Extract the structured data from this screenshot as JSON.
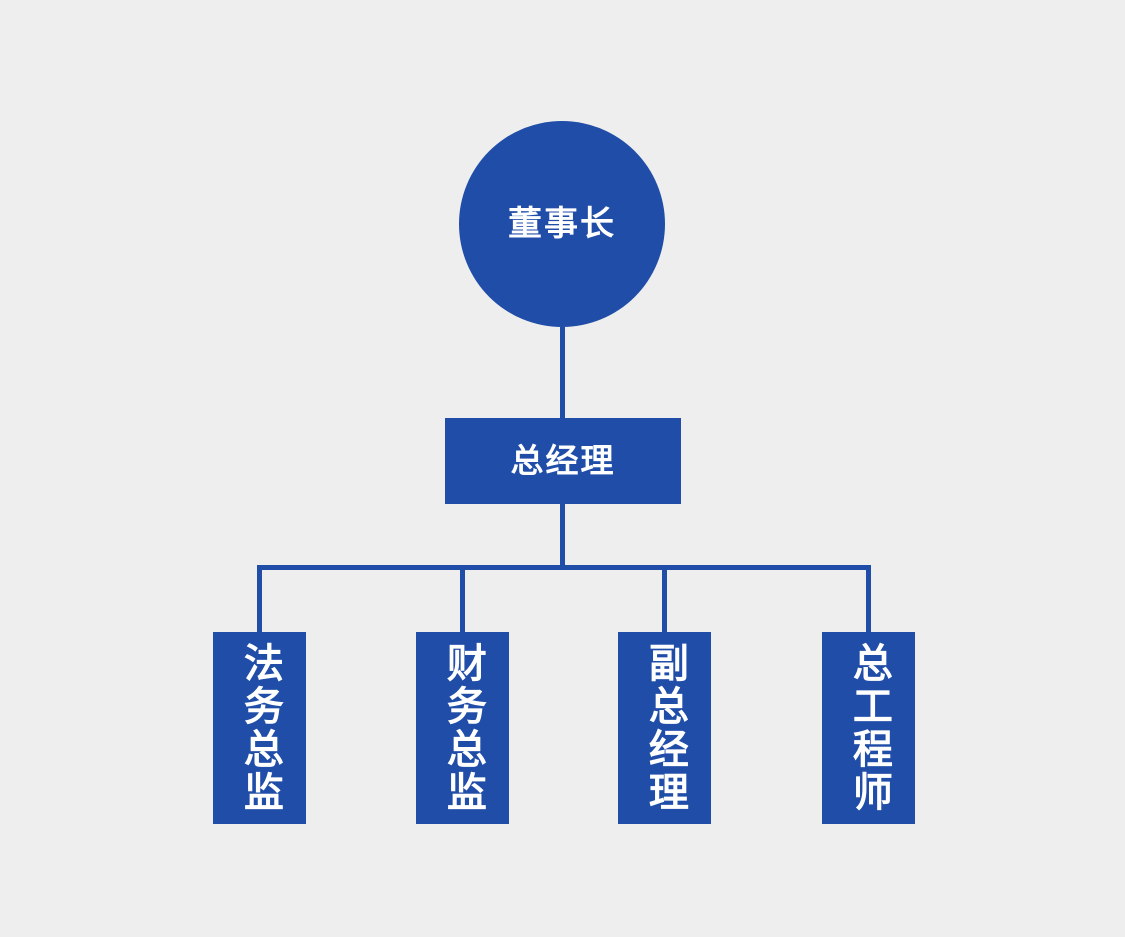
{
  "chart_data": {
    "type": "diagram",
    "diagram_kind": "organization-chart",
    "title": "",
    "background_color": "#eeeeee",
    "accent_color": "#1f4da8",
    "node_text_color": "#ffffff",
    "orientation": "top-down",
    "levels": 3,
    "nodes": [
      {
        "id": "chairman",
        "label": "董事长",
        "shape": "circle",
        "level": 1,
        "parent": null
      },
      {
        "id": "general-manager",
        "label": "总经理",
        "shape": "rect",
        "level": 2,
        "parent": "chairman"
      },
      {
        "id": "legal-director",
        "label": "法务总监",
        "shape": "rect-vertical",
        "level": 3,
        "parent": "general-manager"
      },
      {
        "id": "finance-director",
        "label": "财务总监",
        "shape": "rect-vertical",
        "level": 3,
        "parent": "general-manager"
      },
      {
        "id": "deputy-general-manager",
        "label": "副总经理",
        "shape": "rect-vertical",
        "level": 3,
        "parent": "general-manager"
      },
      {
        "id": "chief-engineer",
        "label": "总工程师",
        "shape": "rect-vertical",
        "level": 3,
        "parent": "general-manager"
      }
    ],
    "edges": [
      {
        "from": "chairman",
        "to": "general-manager"
      },
      {
        "from": "general-manager",
        "to": "legal-director"
      },
      {
        "from": "general-manager",
        "to": "finance-director"
      },
      {
        "from": "general-manager",
        "to": "deputy-general-manager"
      },
      {
        "from": "general-manager",
        "to": "chief-engineer"
      }
    ]
  },
  "chart": {
    "root": {
      "label": "董事长"
    },
    "second": {
      "label": "总经理"
    },
    "leaves": [
      {
        "label": "法务总监"
      },
      {
        "label": "财务总监"
      },
      {
        "label": "副总经理"
      },
      {
        "label": "总工程师"
      }
    ]
  }
}
